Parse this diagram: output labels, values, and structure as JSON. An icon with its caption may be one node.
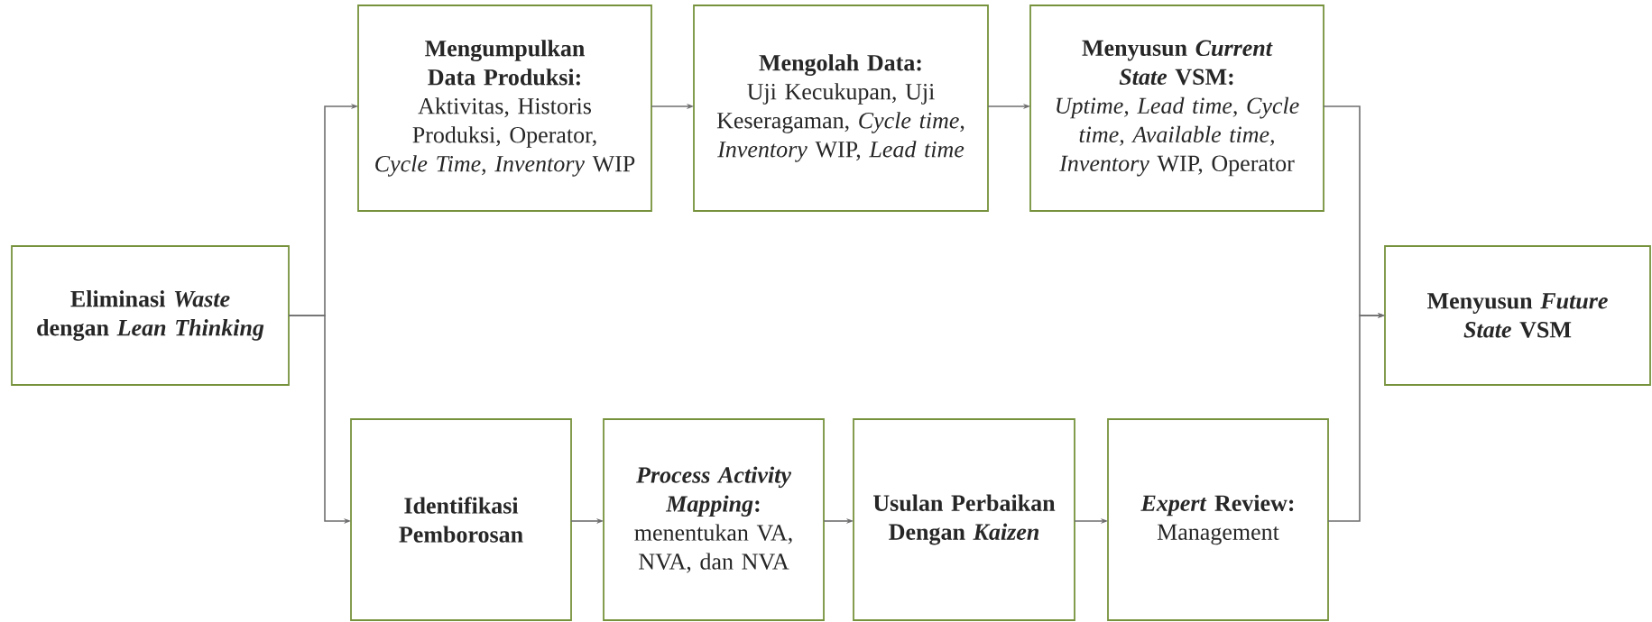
{
  "diagram": {
    "nodes": [
      {
        "text": [
          "Eliminasi *Waste* dengan *Lean Thinking*"
        ]
      },
      {
        "text": [
          "Mengumpulkan Data Produksi:",
          "Aktivitas, Historis Produksi, Operator, *Cycle Time*, *Inventory* WIP"
        ]
      },
      {
        "text": [
          "Mengolah Data:",
          "Uji Kecukupan, Uji Keseragaman, *Cycle time*, *Inventory* WIP, *Lead time*"
        ]
      },
      {
        "text": [
          "Menyusun *Current State* VSM:",
          "*Uptime, Lead time, Cycle time, Available time, Inventory* WIP, Operator"
        ]
      },
      {
        "text": [
          "Menyusun *Future State* VSM"
        ]
      },
      {
        "text": [
          "Identifikasi Pemborosan"
        ]
      },
      {
        "text": [
          "*Process Activity Mapping*:",
          "menentukan VA, NVA, dan NVA"
        ]
      },
      {
        "text": [
          "Usulan Perbaikan Dengan *Kaizen*"
        ]
      },
      {
        "text": [
          "*Expert* Review:",
          "Management"
        ]
      }
    ],
    "edges": [
      {
        "from": 0,
        "to": 1,
        "arrow": "to"
      },
      {
        "from": 0,
        "to": 5,
        "arrow": "to"
      },
      {
        "from": 1,
        "to": 2,
        "arrow": "to"
      },
      {
        "from": 2,
        "to": 3,
        "arrow": "to"
      },
      {
        "from": 3,
        "to": 4,
        "arrow": "to"
      },
      {
        "from": 5,
        "to": 6,
        "arrow": "to"
      },
      {
        "from": 6,
        "to": 7,
        "arrow": "to"
      },
      {
        "from": 7,
        "to": 8,
        "arrow": "to"
      },
      {
        "from": 8,
        "to": 4,
        "arrow": "to"
      }
    ]
  }
}
